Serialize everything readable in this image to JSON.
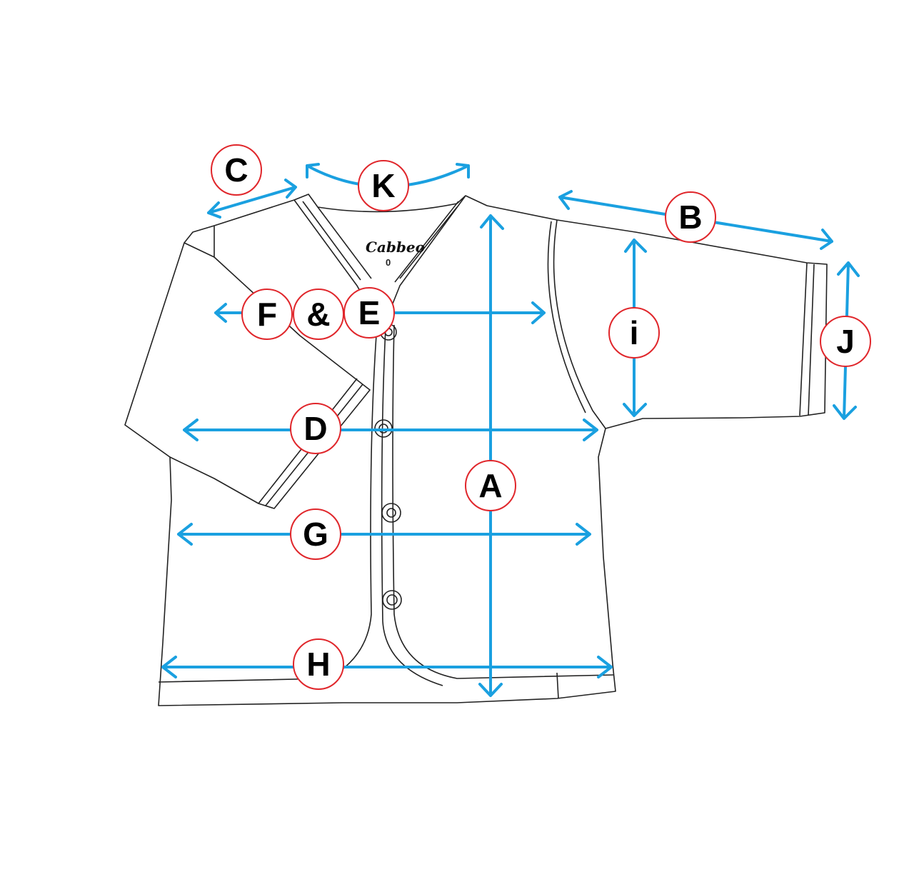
{
  "diagram": {
    "logo": "Cabbeo",
    "size_tag": "0",
    "labels": {
      "a": "A",
      "b": "B",
      "c": "C",
      "d": "D",
      "e": "E",
      "f": "F",
      "amp": "&",
      "g": "G",
      "h": "H",
      "i": "i",
      "j": "J",
      "k": "K"
    },
    "colors": {
      "arrow": "#1aa0e0",
      "badge_border": "#e0262b",
      "outline": "#222222"
    }
  }
}
